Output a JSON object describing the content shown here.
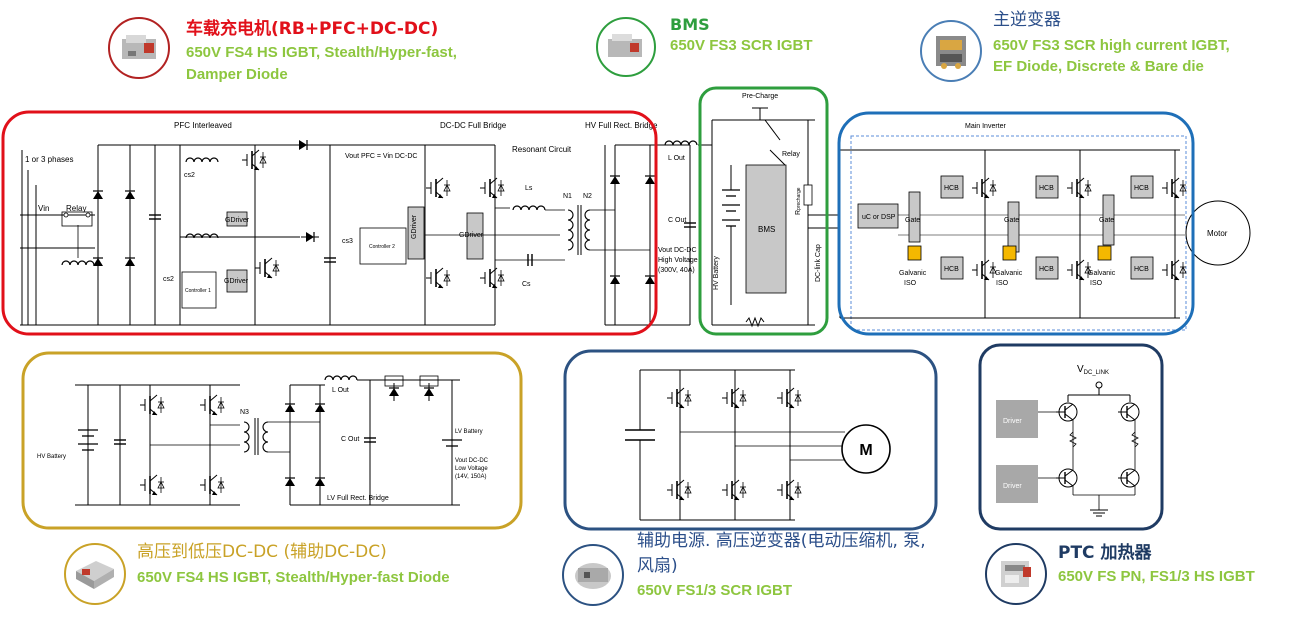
{
  "colors": {
    "obc": "#E1101A",
    "bms": "#2E9E3E",
    "inverter": "#1E6FB8",
    "dcdc": "#C9A227",
    "aux": "#2C5282",
    "ptc": "#1F3B63",
    "spec": "#8DC63F",
    "cjk_title": "#2C4F8A"
  },
  "labels": {
    "obc_title": "车载充电机(RB+PFC+DC-DC)",
    "obc_spec_1": "650V FS4 HS IGBT,  Stealth/Hyper-fast,",
    "obc_spec_2": "Damper Diode",
    "bms_title": "BMS",
    "bms_spec": "650V FS3 SCR IGBT",
    "inv_title": "主逆变器",
    "inv_spec_1": "650V FS3 SCR high current IGBT,",
    "inv_spec_2": "EF Diode, Discrete & Bare die",
    "dcdc_title": "高压到低压DC-DC (辅助DC-DC)",
    "dcdc_spec": "650V FS4 HS IGBT,  Stealth/Hyper-fast Diode",
    "aux_title_1": "辅助电源. 高压逆变器(电动压缩机, 泵,",
    "aux_title_2": "风扇)",
    "aux_spec": "650V FS1/3 SCR IGBT",
    "ptc_title": "PTC 加热器",
    "ptc_spec": "650V FS PN, FS1/3 HS IGBT"
  },
  "schematic": {
    "pfc_interleaved": "PFC Interleaved",
    "dcdc_full_bridge": "DC-DC Full Bridge",
    "hv_full_rect": "HV Full Rect. Bridge",
    "resonant_circuit": "Resonant Circuit",
    "phases": "1 or 3 phases",
    "vin": "Vin",
    "relay": "Relay",
    "cs2": "cs2",
    "cs2b": "cs2",
    "cs3": "cs3",
    "gdriver": "GDriver",
    "gdriver_2": "GDriver",
    "gdriver_3": "GDriver",
    "gdriver_4": "GDriver",
    "controller_1": "Controller 1",
    "controller_2": "Controller 2",
    "vout_pfc": "Vout PFC = Vin DC-DC",
    "ls": "Ls",
    "n1": "N1",
    "n2": "N2",
    "cs": "Cs",
    "l_out": "L Out",
    "c_out": "C Out",
    "vout_dcdc_1": "Vout DC-DC",
    "vout_dcdc_2": "High Voltage",
    "vout_dcdc_3": "(300V, 40A)",
    "pre_charge": "Pre-Charge",
    "bms_block": "BMS",
    "hv_battery": "HV Battery",
    "relay_2": "Relay",
    "r_precharge": "R",
    "r_precharge_sub": "precharge",
    "dc_link_cap": "DC-link Cap",
    "main_inverter": "Main Inverter",
    "uc_dsp": "uC or DSP",
    "hcb": "HCB",
    "gate": "Gate",
    "galvanic": "Galvanic",
    "iso": "ISO",
    "motor": "Motor",
    "n3": "N3",
    "l_out_2": "L Out",
    "c_out_2": "C Out",
    "hv_battery_2": "HV Battery",
    "lv_battery": "LV Battery",
    "vout_lv_1": "Vout DC-DC",
    "vout_lv_2": "Low Voltage",
    "vout_lv_3": "(14V, 150A)",
    "lv_full_rect": "LV Full Rect. Bridge",
    "m": "M",
    "vdc": "V",
    "vdc_sub": "DC_LINK",
    "driver": "Driver",
    "driver_2": "Driver"
  }
}
